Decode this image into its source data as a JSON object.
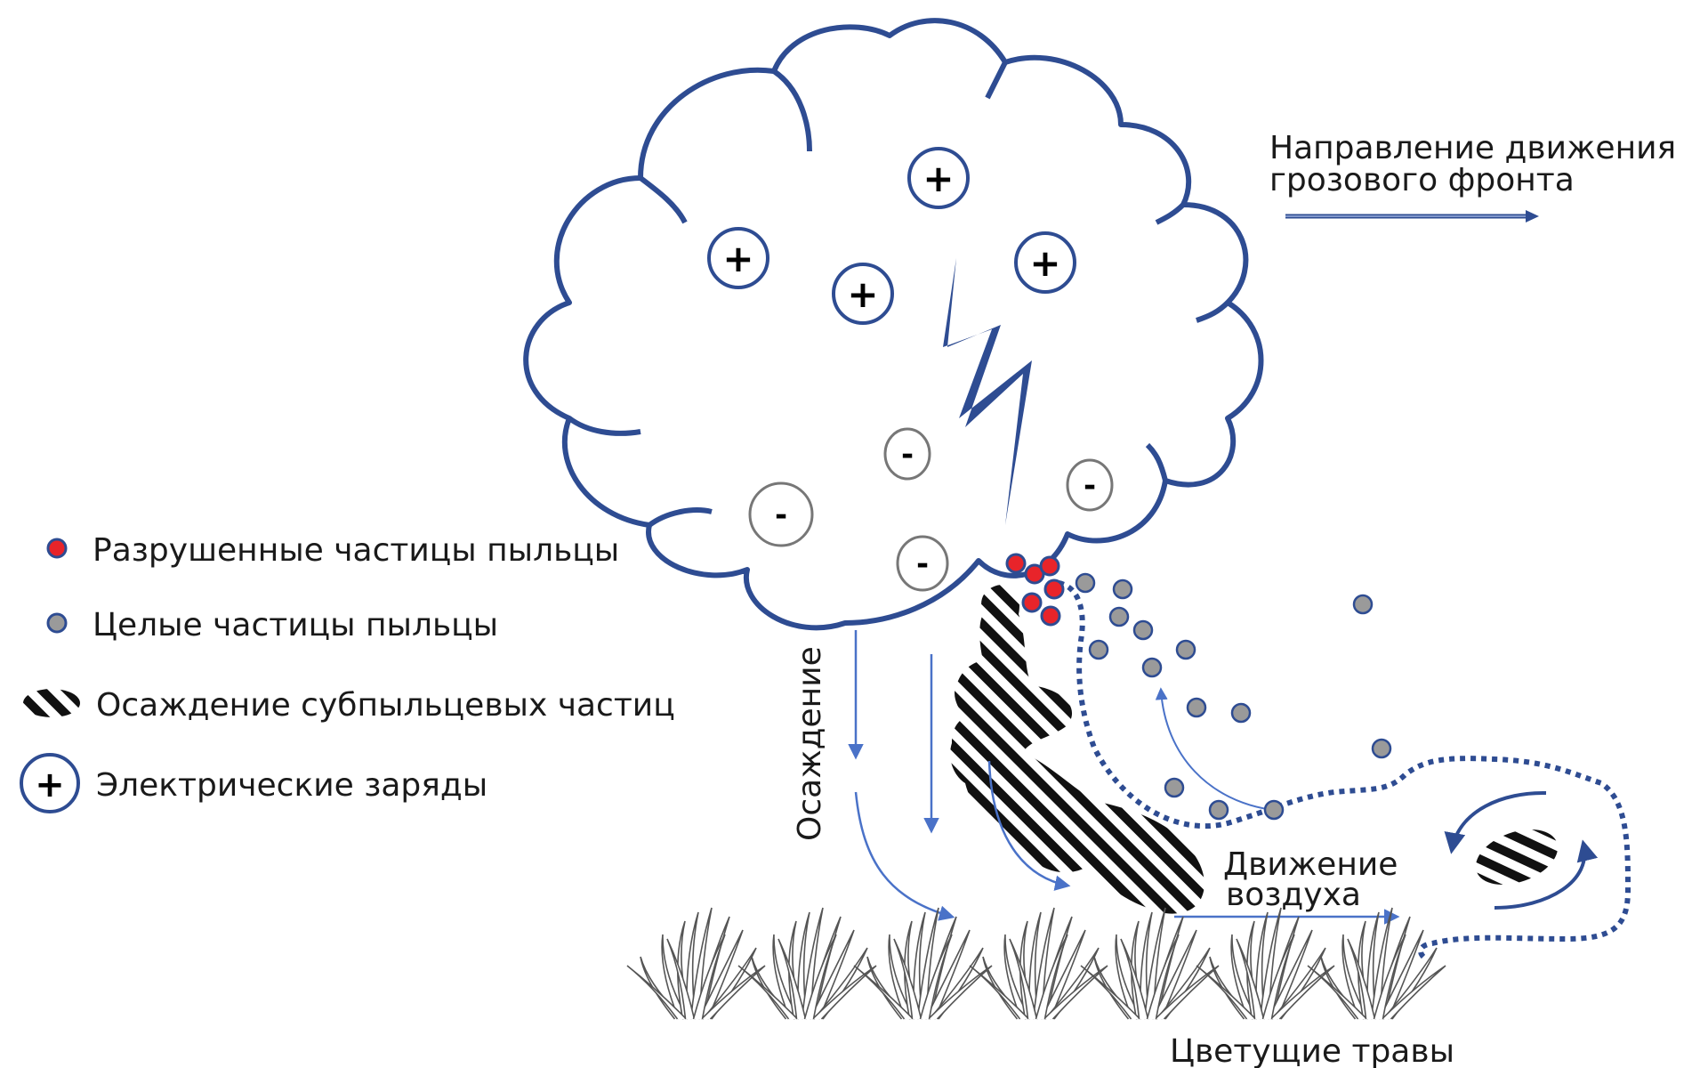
{
  "direction_label": {
    "line1": "Направление движения",
    "line2": "грозового фронта"
  },
  "deposition_label": "Осаждение",
  "air_label": {
    "line1": "Движение",
    "line2": "воздуха"
  },
  "grass_label": "Цветущие травы",
  "legend": [
    {
      "key": "broken",
      "label": "Разрушенные частицы пыльцы"
    },
    {
      "key": "whole",
      "label": "Целые частицы пыльцы"
    },
    {
      "key": "subpollen",
      "label": "Осаждение субпыльцевых частиц"
    },
    {
      "key": "charges",
      "label": "Электрические заряды"
    }
  ],
  "charge_symbols": {
    "positive": "+",
    "negative": "-"
  },
  "colors": {
    "outline": "#2e4c92",
    "arrow": "#4a72c8",
    "broken_pollen": "#e8242a",
    "whole_pollen": "#9a9a9a",
    "negative_ring": "#777777",
    "hatch": "#111111",
    "grass": "#555555"
  }
}
